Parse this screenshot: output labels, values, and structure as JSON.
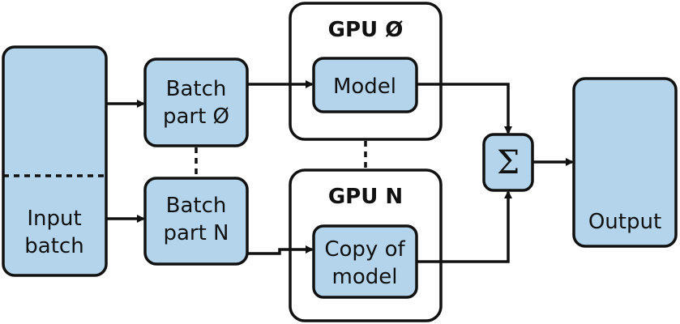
{
  "diagram": {
    "input": {
      "line1": "Input",
      "line2": "batch"
    },
    "batch_part_0": {
      "line1": "Batch",
      "line2": "part Ø"
    },
    "batch_part_n": {
      "line1": "Batch",
      "line2": "part N"
    },
    "gpu_0": {
      "title": "GPU Ø",
      "model": "Model"
    },
    "gpu_n": {
      "title": "GPU N",
      "model_line1": "Copy of",
      "model_line2": "model"
    },
    "sum_symbol": "Σ",
    "output": "Output"
  }
}
